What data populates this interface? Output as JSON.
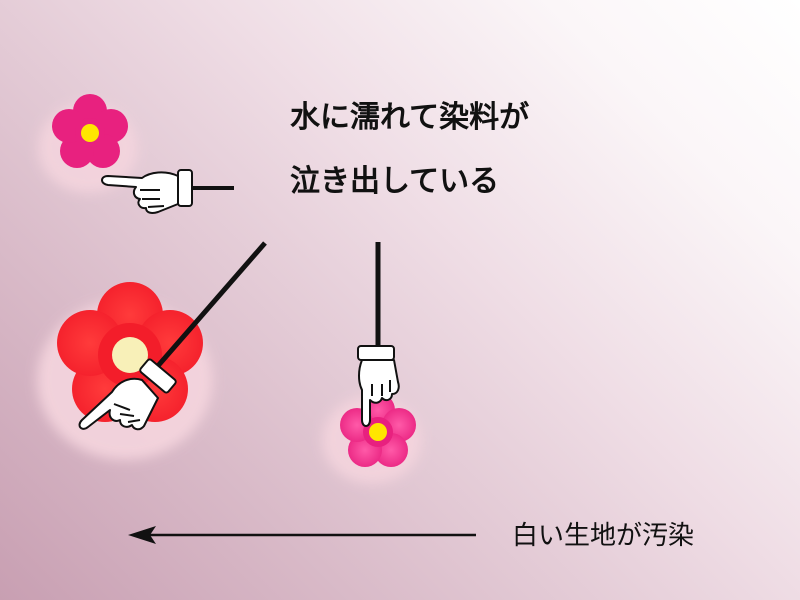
{
  "labels": {
    "bleed_line1": "水に濡れて染料が",
    "bleed_line2": "泣き出している",
    "stain": "白い生地が汚染"
  },
  "colors": {
    "flower_small_pink": "#e8217f",
    "flower_red": "#f31d2a",
    "flower_center_yellow": "#ffe600",
    "flower_center_pale": "#f8f0b8",
    "bleed_halo": "#f5d5de",
    "pointer_line": "#111111"
  },
  "icons": [
    "pointing-hand-icon",
    "flower-icon",
    "arrow-left-icon"
  ]
}
